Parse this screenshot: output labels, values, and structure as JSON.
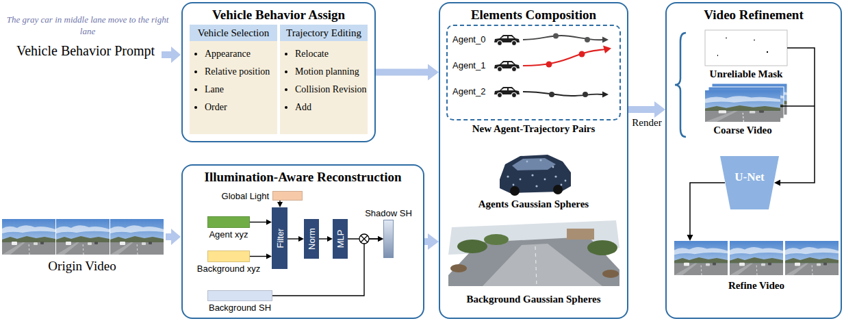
{
  "diagram": {
    "nodes": [
      {
        "text": [
          "Vehicle Behavior Assign"
        ]
      },
      {
        "text": [
          "Vehicle Selection",
          "Appearance",
          "Relative position",
          "Lane",
          "Order"
        ],
        "in": 0
      },
      {
        "text": [
          "Trajectory Editing",
          "Relocate",
          "Motion planning",
          "Collision Revision",
          "Add"
        ],
        "in": 0
      },
      {
        "text": [
          "Illumination-Aware Reconstruction"
        ]
      },
      {
        "text": [
          "Global Light"
        ],
        "in": 3
      },
      {
        "text": [
          "Agent xyz"
        ],
        "in": 3
      },
      {
        "text": [
          "Background xyz"
        ],
        "in": 3
      },
      {
        "text": [
          "Background SH"
        ],
        "in": 3
      },
      {
        "text": [
          "Filter"
        ],
        "in": 3
      },
      {
        "text": [
          "Norm"
        ],
        "in": 3
      },
      {
        "text": [
          "MLP"
        ],
        "in": 3
      },
      {
        "text": [
          "Shadow SH"
        ],
        "in": 3
      },
      {
        "text": [
          "Elements Composition"
        ]
      },
      {
        "text": [
          "New Agent-Trajectory Pairs"
        ],
        "in": 12
      },
      {
        "text": [
          "Video Refinement"
        ]
      },
      {
        "text": [
          "U-Net"
        ],
        "in": 14
      }
    ],
    "edges": [
      {
        "from": 0,
        "to": 12,
        "arrow": "to"
      },
      {
        "from": 3,
        "to": 12,
        "arrow": "to"
      },
      {
        "from": 12,
        "to": 14,
        "label": "Render",
        "arrow": "to"
      },
      {
        "from": 4,
        "to": 8,
        "arrow": "to"
      },
      {
        "from": 5,
        "to": 8,
        "arrow": "to"
      },
      {
        "from": 6,
        "to": 8,
        "arrow": "to"
      },
      {
        "from": 8,
        "to": 9,
        "arrow": "to"
      },
      {
        "from": 9,
        "to": 10,
        "arrow": "to"
      },
      {
        "from": 10,
        "to": 11,
        "arrow": "to"
      },
      {
        "from": 7,
        "to": 11,
        "arrow": "to"
      }
    ],
    "labels": [
      "The gray car in middle lane move to the right lane",
      "Vehicle Behavior Prompt",
      "Origin Video",
      "Agent_0",
      "Agent_1",
      "Agent_2",
      "Agents Gaussian Spheres",
      "Background Gaussian Spheres",
      "Unreliable Mask",
      "Coarse Video",
      "Refine Video"
    ]
  }
}
